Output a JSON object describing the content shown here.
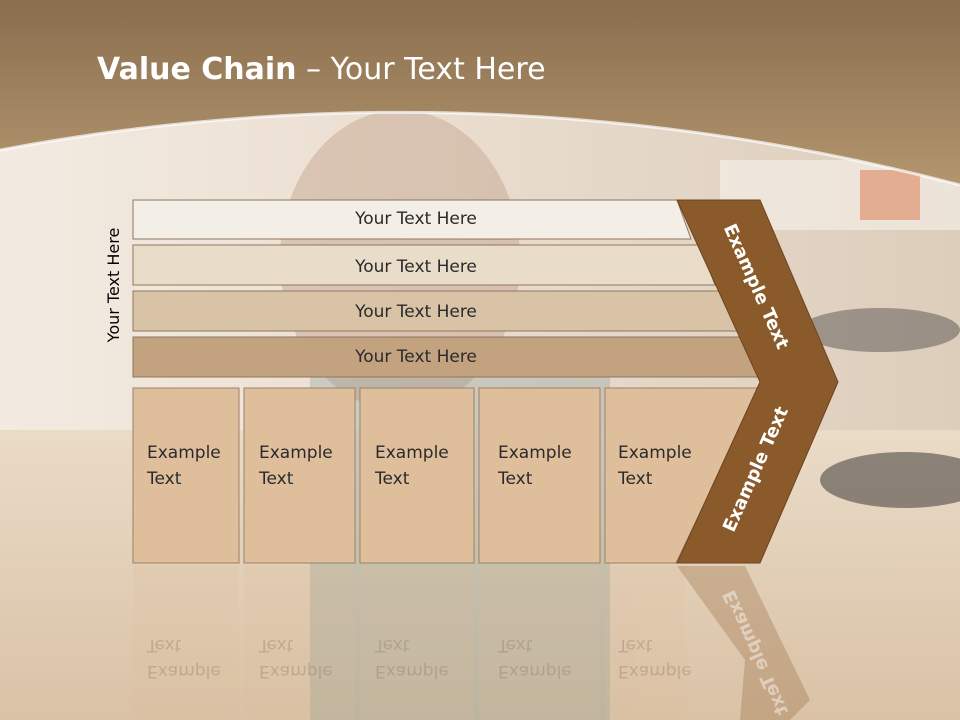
{
  "slide": {
    "title_bold": "Value Chain",
    "title_rest": " – Your Text Here",
    "vertical_label": "Your Text Here"
  },
  "rows": [
    {
      "label": "Your Text Here"
    },
    {
      "label": "Your Text Here"
    },
    {
      "label": "Your Text Here"
    },
    {
      "label": "Your Text Here"
    }
  ],
  "columns": [
    {
      "line1": "Example",
      "line2": "Text"
    },
    {
      "line1": "Example",
      "line2": "Text"
    },
    {
      "line1": "Example",
      "line2": "Text"
    },
    {
      "line1": "Example",
      "line2": "Text"
    },
    {
      "line1": "Example",
      "line2": "Text"
    }
  ],
  "chevron": {
    "upper_label": "Example Text",
    "lower_label": "Example Text"
  },
  "colors": {
    "header_band": "#a6865f",
    "chevron": "#8b5a2b",
    "row_1": "#f3eee6",
    "row_2": "#e9dcc9",
    "row_3": "#d8c3a6",
    "row_4": "#c3a27f",
    "column_fill": "#dfbe9c"
  }
}
